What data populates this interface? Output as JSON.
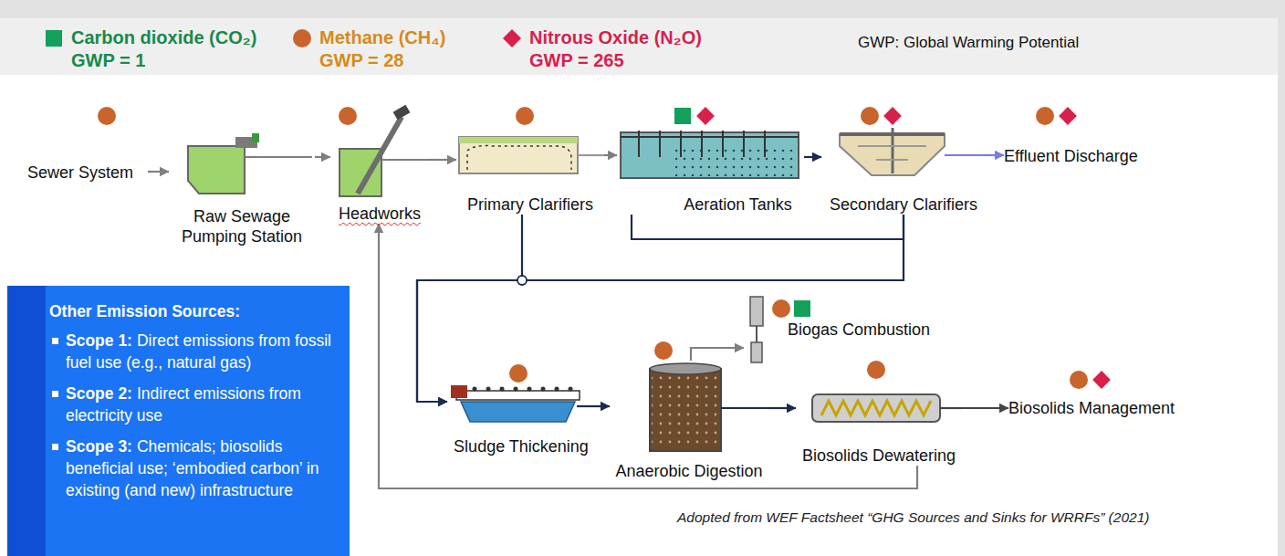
{
  "diagram": {
    "nodes": [
      {
        "text": [
          "Sewer System"
        ]
      },
      {
        "text": [
          "Raw Sewage Pumping Station"
        ]
      },
      {
        "text": [
          "Headworks"
        ]
      },
      {
        "text": [
          "Primary Clarifiers"
        ]
      },
      {
        "text": [
          "Aeration Tanks"
        ]
      },
      {
        "text": [
          "Secondary Clarifiers"
        ]
      },
      {
        "text": [
          "Effluent Discharge"
        ]
      },
      {
        "text": [
          "Other Emission Sources:",
          "Scope 1:",
          "Direct emissions from fossil fuel use (e.g., natural gas)",
          "Scope 2:",
          "Indirect emissions from electricity use",
          "Scope 3:",
          "Chemicals; biosolids beneficial use; ‘embodied carbon’ in existing (and new) infrastructure"
        ]
      },
      {
        "text": [
          "Biogas Combustion"
        ]
      },
      {
        "text": [
          "Sludge Thickening"
        ]
      },
      {
        "text": [
          "Anaerobic Digestion"
        ]
      },
      {
        "text": [
          "Biosolids Dewatering"
        ]
      },
      {
        "text": [
          "Biosolids Management"
        ]
      }
    ],
    "edges": [
      {
        "from": 0,
        "to": 1,
        "arrow": "to"
      },
      {
        "from": 1,
        "to": 2,
        "arrow": "to"
      },
      {
        "from": 2,
        "to": 3,
        "arrow": "to"
      },
      {
        "from": 3,
        "to": 4,
        "arrow": "to"
      },
      {
        "from": 4,
        "to": 5,
        "arrow": "to"
      },
      {
        "from": 5,
        "to": 6,
        "arrow": "to"
      },
      {
        "from": 5,
        "to": 4,
        "arrow": "none"
      },
      {
        "from": 3,
        "to": 9,
        "arrow": "to"
      },
      {
        "from": 5,
        "to": 9,
        "arrow": "to"
      },
      {
        "from": 9,
        "to": 10,
        "arrow": "to"
      },
      {
        "from": 10,
        "to": 8,
        "arrow": "to"
      },
      {
        "from": 10,
        "to": 11,
        "arrow": "to"
      },
      {
        "from": 11,
        "to": 12,
        "arrow": "to"
      },
      {
        "from": 11,
        "to": 2,
        "arrow": "to"
      }
    ],
    "labels": [
      "GWP = 1",
      "GWP = 28",
      "GWP = 265",
      "GWP: Global Warming Potential",
      "Adopted from WEF Factsheet “GHG Sources and Sinks for WRRFs” (2021)"
    ],
    "legend": [
      {
        "text": "Carbon dioxide (CO₂)",
        "color": "#12a05a"
      },
      {
        "text": "Methane (CH₄)",
        "color": "#c8642c"
      },
      {
        "text": "Nitrous Oxide (N₂O)",
        "color": "#d8204a"
      }
    ]
  }
}
